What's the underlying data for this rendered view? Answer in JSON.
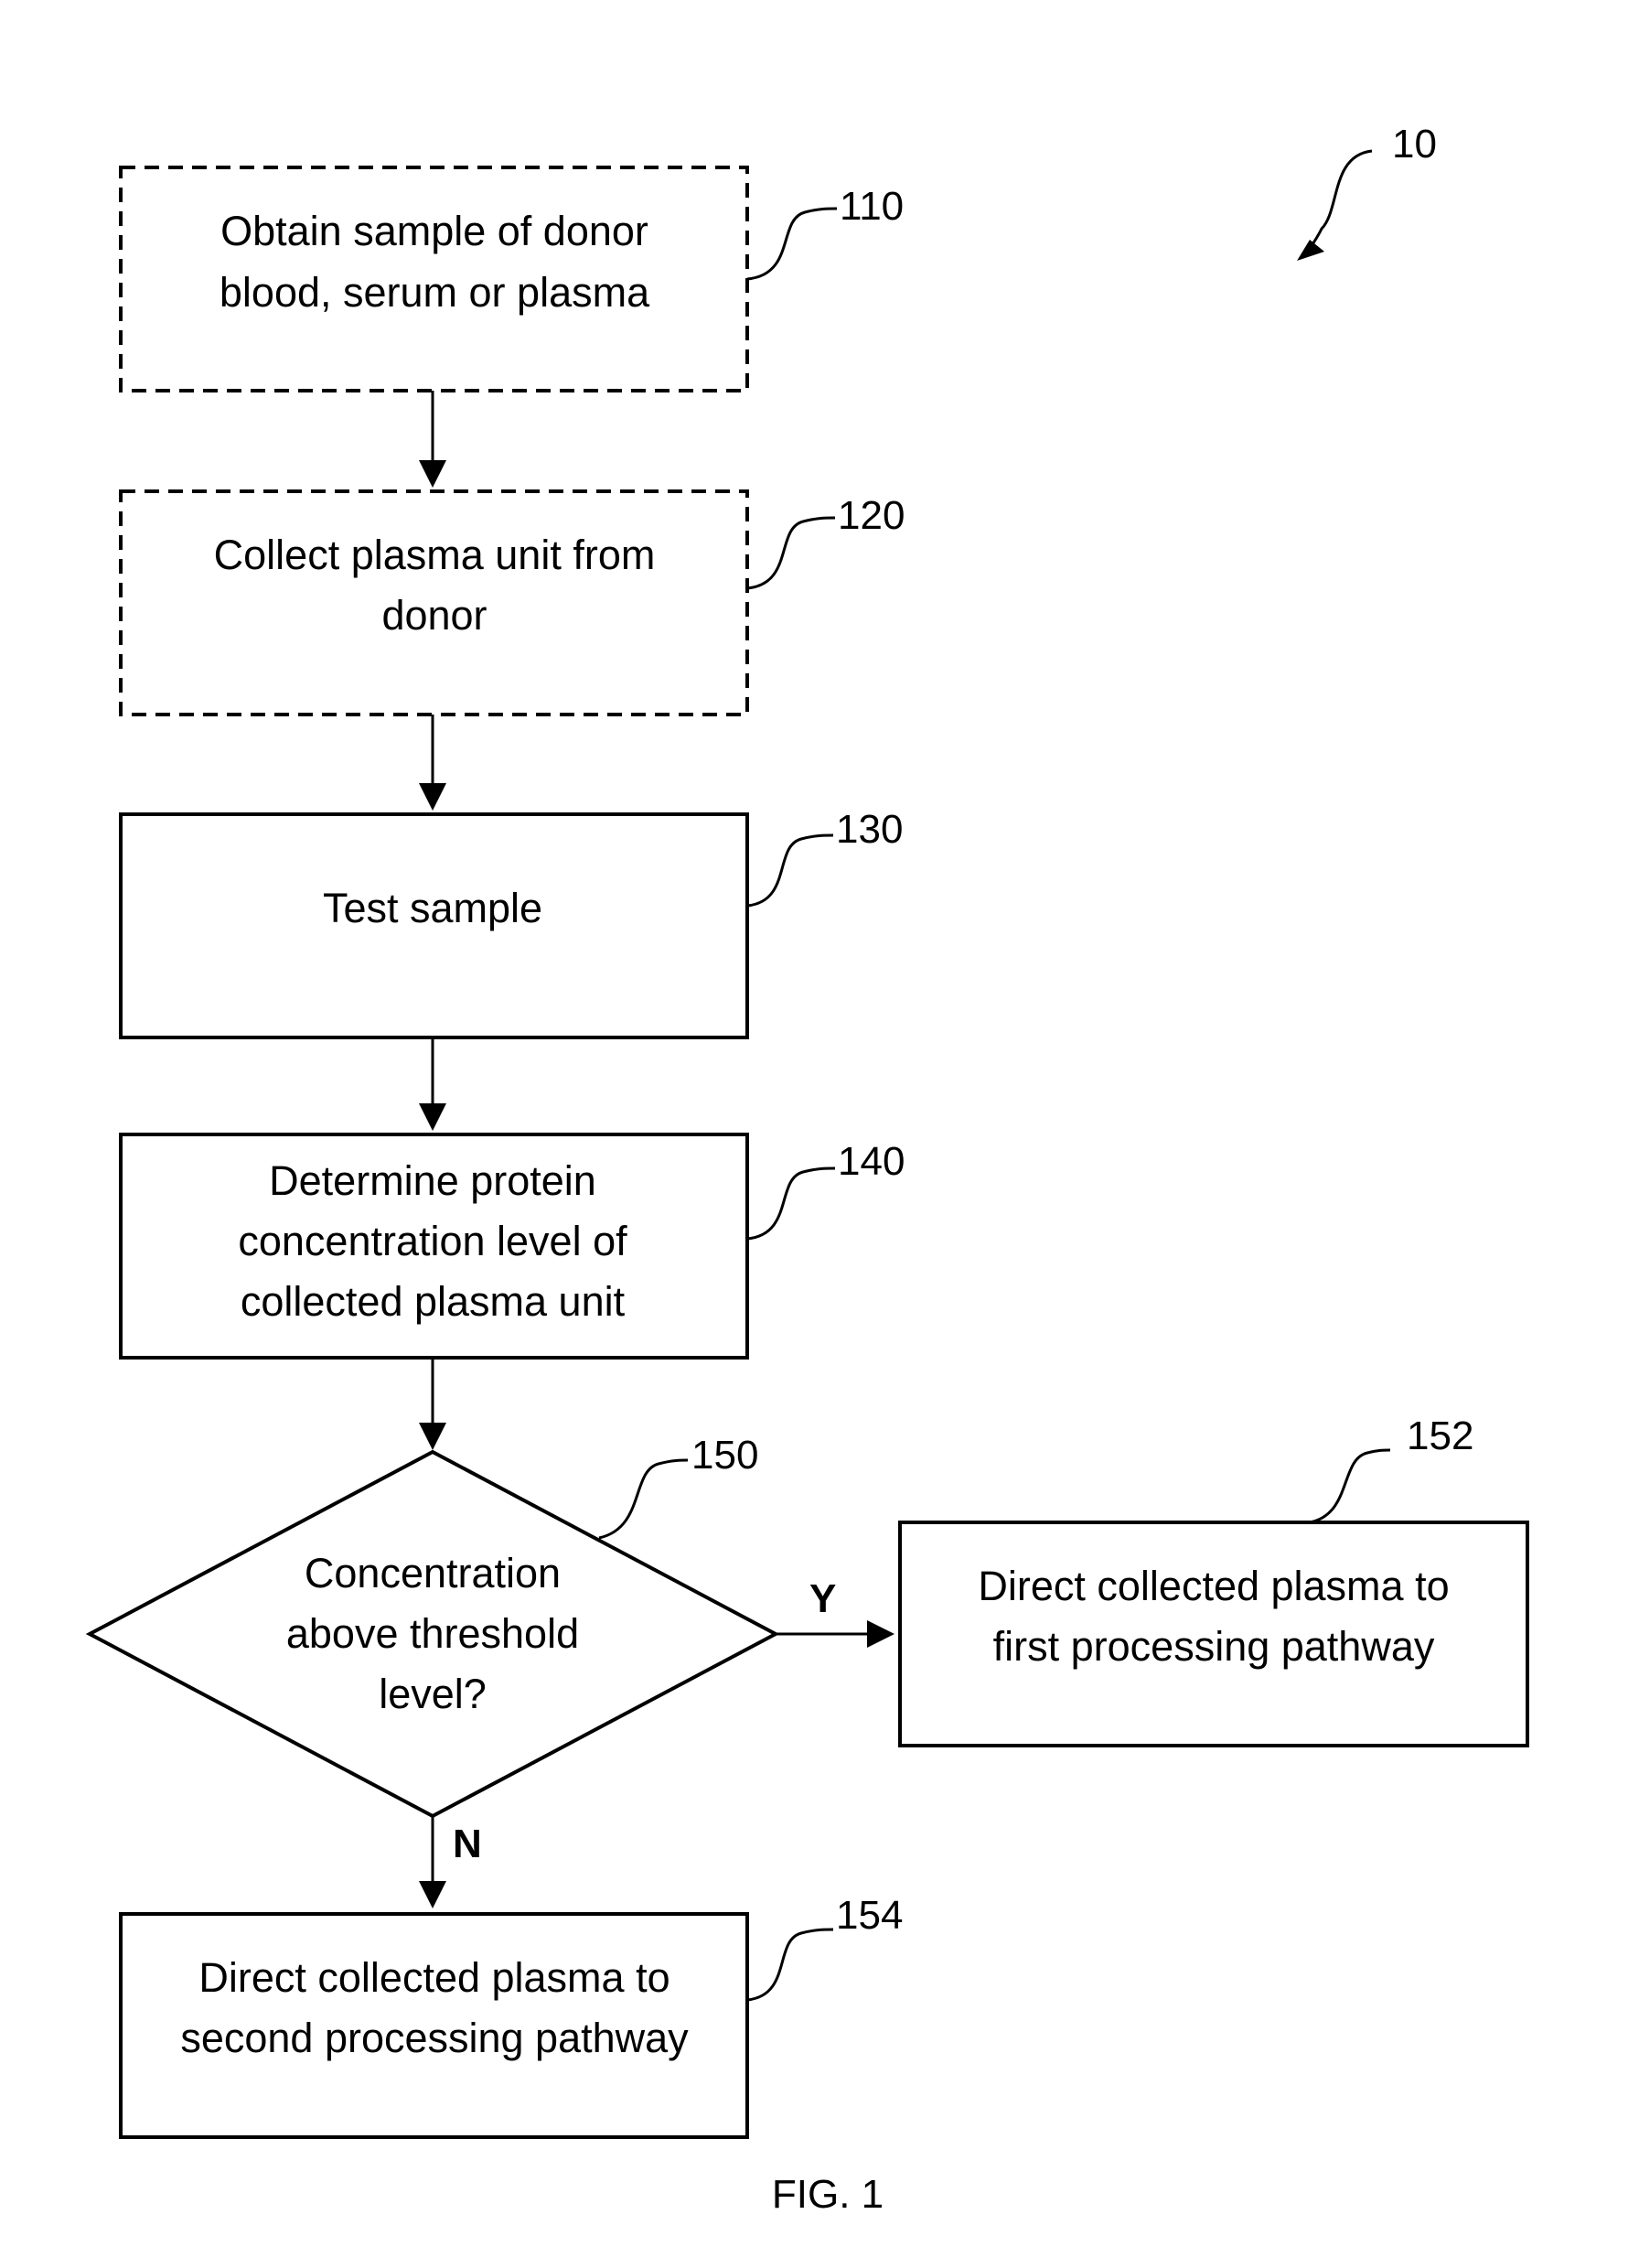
{
  "figure": {
    "overall_ref": "10",
    "caption": "FIG. 1"
  },
  "steps": [
    {
      "ref": "110",
      "lines": [
        "Obtain sample of donor",
        "blood, serum or plasma"
      ],
      "style": "dashed"
    },
    {
      "ref": "120",
      "lines": [
        "Collect plasma unit from",
        "donor"
      ],
      "style": "dashed"
    },
    {
      "ref": "130",
      "lines": [
        "Test sample"
      ],
      "style": "solid"
    },
    {
      "ref": "140",
      "lines": [
        "Determine protein",
        "concentration level of",
        "collected plasma unit"
      ],
      "style": "solid"
    }
  ],
  "decision": {
    "ref": "150",
    "lines": [
      "Concentration",
      "above threshold",
      "level?"
    ],
    "yes_label": "Y",
    "no_label": "N"
  },
  "outcome_yes": {
    "ref": "152",
    "lines": [
      "Direct collected plasma to",
      "first processing pathway"
    ]
  },
  "outcome_no": {
    "ref": "154",
    "lines": [
      "Direct collected plasma to",
      "second processing pathway"
    ]
  }
}
